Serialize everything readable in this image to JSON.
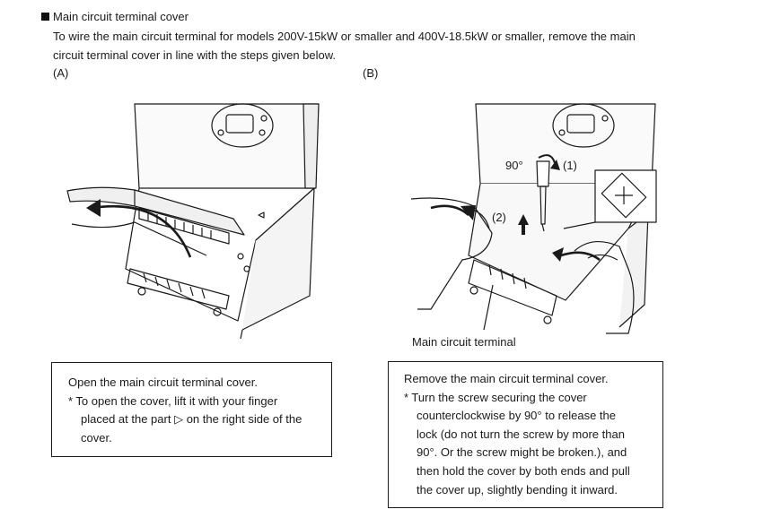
{
  "heading": "Main circuit terminal cover",
  "intro": {
    "line1": "To wire the main circuit terminal for models 200V-15kW or smaller and 400V-18.5kW or smaller, remove the main",
    "line2": "circuit terminal cover in line with the steps given below."
  },
  "figure_a": {
    "label": "(A)"
  },
  "figure_b": {
    "label": "(B)",
    "angle": "90°",
    "step1": "(1)",
    "step2": "(2)",
    "terminal_label": "Main circuit terminal"
  },
  "box_a": {
    "line1": "Open the main circuit terminal cover.",
    "line2": "* To open the cover, lift it with your finger",
    "line3_before": "placed at the part ",
    "triangle": "▷",
    "line3_after": " on the right side of the",
    "line4": "cover."
  },
  "box_b": {
    "line1": "Remove the main circuit terminal cover.",
    "line2": "* Turn the screw securing the cover",
    "line3": "counterclockwise by 90° to release the",
    "line4": "lock (do not turn the screw by more than",
    "line5": "90°. Or the screw might be broken.), and",
    "line6": "then hold the cover by both ends and pull",
    "line7": "the cover up, slightly bending it inward."
  }
}
